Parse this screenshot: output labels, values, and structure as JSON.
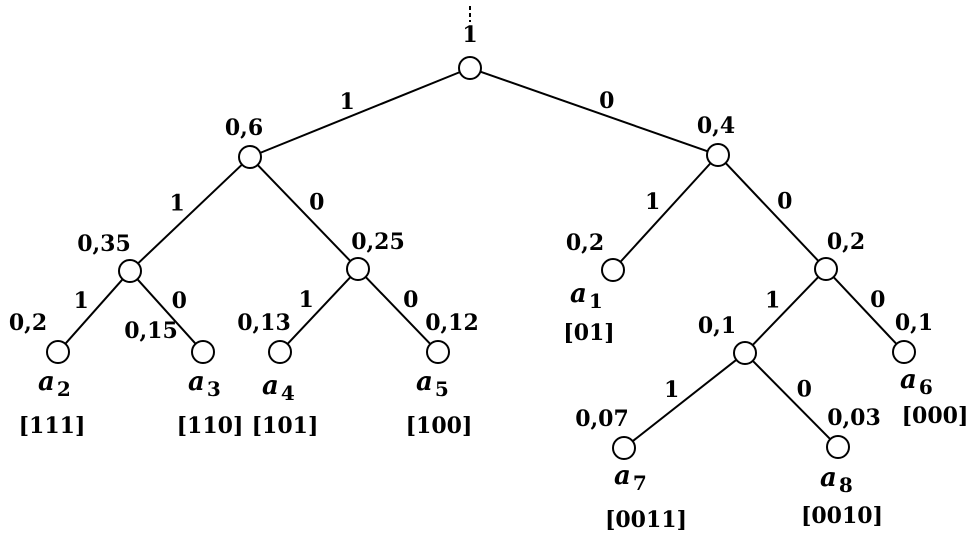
{
  "root_probability": "1",
  "nodes": [
    {
      "id": "root",
      "probability": "1"
    },
    {
      "id": "n1",
      "probability": "0,6"
    },
    {
      "id": "n0",
      "probability": "0,4"
    },
    {
      "id": "n11",
      "probability": "0,35"
    },
    {
      "id": "n10",
      "probability": "0,25"
    },
    {
      "id": "a2",
      "probability": "0,2",
      "symbol": "a",
      "index": "2",
      "code": "[111]"
    },
    {
      "id": "a3",
      "probability": "0,15",
      "symbol": "a",
      "index": "3",
      "code": "[110]"
    },
    {
      "id": "a4",
      "probability": "0,13",
      "symbol": "a",
      "index": "4",
      "code": "[101]"
    },
    {
      "id": "a5",
      "probability": "0,12",
      "symbol": "a",
      "index": "5",
      "code": "[100]"
    },
    {
      "id": "a1",
      "probability": "0,2",
      "symbol": "a",
      "index": "1",
      "code": "[01]"
    },
    {
      "id": "n00",
      "probability": "0,2"
    },
    {
      "id": "n001",
      "probability": "0,1"
    },
    {
      "id": "a6",
      "probability": "0,1",
      "symbol": "a",
      "index": "6",
      "code": "[000]"
    },
    {
      "id": "a7",
      "probability": "0,07",
      "symbol": "a",
      "index": "7",
      "code": "[0011]"
    },
    {
      "id": "a8",
      "probability": "0,03",
      "symbol": "a",
      "index": "8",
      "code": "[0010]"
    }
  ],
  "edges": [
    {
      "from": "root",
      "to": "n1",
      "bit": "1"
    },
    {
      "from": "root",
      "to": "n0",
      "bit": "0"
    },
    {
      "from": "n1",
      "to": "n11",
      "bit": "1"
    },
    {
      "from": "n1",
      "to": "n10",
      "bit": "0"
    },
    {
      "from": "n11",
      "to": "a2",
      "bit": "1"
    },
    {
      "from": "n11",
      "to": "a3",
      "bit": "0"
    },
    {
      "from": "n10",
      "to": "a4",
      "bit": "1"
    },
    {
      "from": "n10",
      "to": "a5",
      "bit": "0"
    },
    {
      "from": "n0",
      "to": "a1",
      "bit": "1"
    },
    {
      "from": "n0",
      "to": "n00",
      "bit": "0"
    },
    {
      "from": "n00",
      "to": "n001",
      "bit": "1"
    },
    {
      "from": "n00",
      "to": "a6",
      "bit": "0"
    },
    {
      "from": "n001",
      "to": "a7",
      "bit": "1"
    },
    {
      "from": "n001",
      "to": "a8",
      "bit": "0"
    }
  ]
}
